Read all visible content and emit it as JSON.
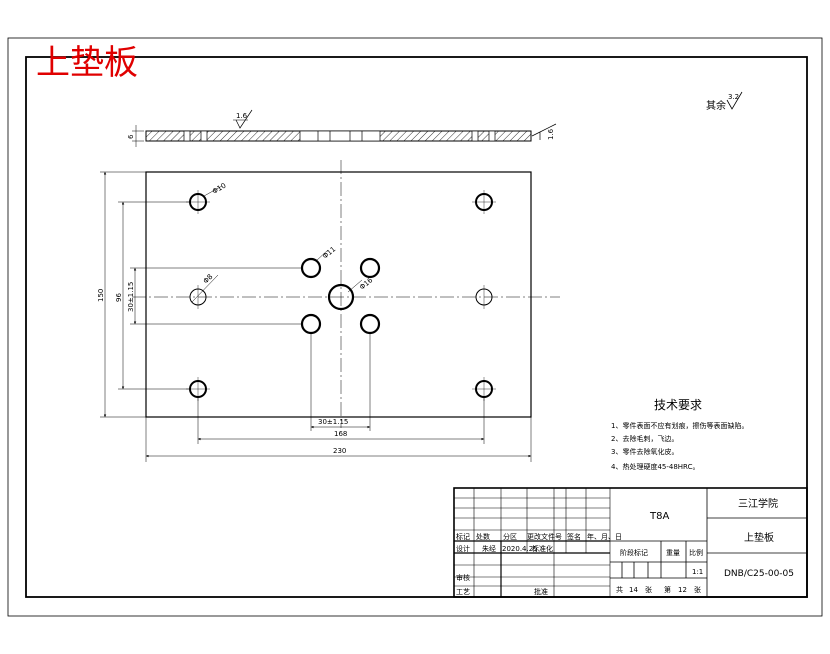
{
  "drawing": {
    "red_title": "上垫板",
    "surface_note": {
      "label": "其余",
      "value": "3.2"
    },
    "side_view": {
      "thickness": "6",
      "roughness_left": "1.6",
      "roughness_right": "1.6"
    },
    "hole_labels": {
      "corner": "Φ10",
      "small": "Φ11",
      "side": "Φ8",
      "center": "Φ16"
    },
    "dims": {
      "width_total": "230",
      "hole_span_h": "168",
      "inner_span_h": "30±1.15",
      "height_total": "150",
      "hole_span_v": "96",
      "inner_span_v": "30±1.15"
    },
    "tech": {
      "title": "技术要求",
      "items": [
        "1、零件表面不应有划痕，擦伤等表面缺陷。",
        "2、去除毛刺，飞边。",
        "3、零件去除氧化皮。",
        "4、热处理硬度45-48HRC。"
      ]
    },
    "title_block": {
      "headers": [
        "标记",
        "处数",
        "分区",
        "更改文件号",
        "签名",
        "年、月、日"
      ],
      "row_design": [
        "设计",
        "朱经",
        "2020.4.25",
        "标准化"
      ],
      "row_review": "审核",
      "row_process": "工艺",
      "row_approve": "批准",
      "material": "T8A",
      "stage_label": "阶段标记",
      "weight_label": "重量",
      "scale_label": "比例",
      "scale_value": "1:1",
      "sheets": {
        "total_label": "共",
        "total": "14",
        "unit": "张",
        "sheet_label": "第",
        "sheet": "12"
      },
      "company": "三江学院",
      "part_name": "上垫板",
      "drawing_no": "DNB/C25-00-05"
    }
  }
}
